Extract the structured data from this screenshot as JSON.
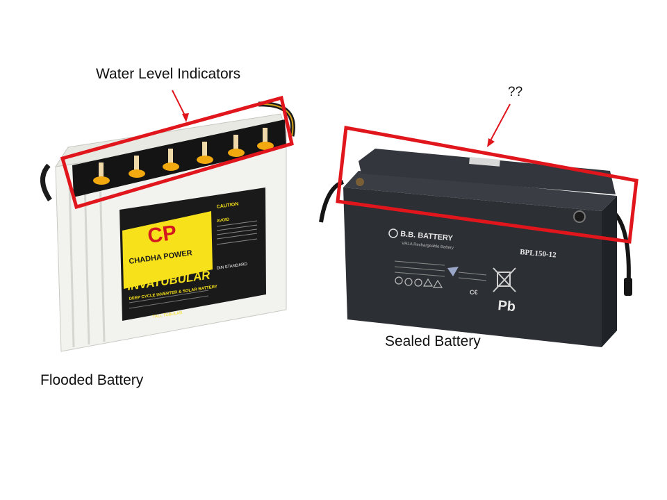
{
  "labels": {
    "water_level_indicators": "Water Level Indicators",
    "question": "??",
    "sealed_battery": "Sealed Battery",
    "flooded_battery": "Flooded Battery"
  },
  "flooded_battery_label": {
    "brand_logo": "CP",
    "brand_name": "CHADHA POWER",
    "product": "INVATUBULAR",
    "subtitle": "DEEP CYCLE INVERTER & SOLAR BATTERY",
    "footer": "TALL TUBULAR",
    "standard": "DIN STANDARD",
    "caution": "CAUTION",
    "avoid": "AVOID"
  },
  "sealed_battery_label": {
    "brand": "B.B. BATTERY",
    "tagline": "VRLA Rechargeable Battery",
    "model": "BPL150-12",
    "chem": "Pb"
  },
  "colors": {
    "highlight_red": "#e0161c",
    "flooded_case": "#f2f2ee",
    "flooded_label_yellow": "#f6e11a",
    "sealed_case": "#2c2f34"
  }
}
